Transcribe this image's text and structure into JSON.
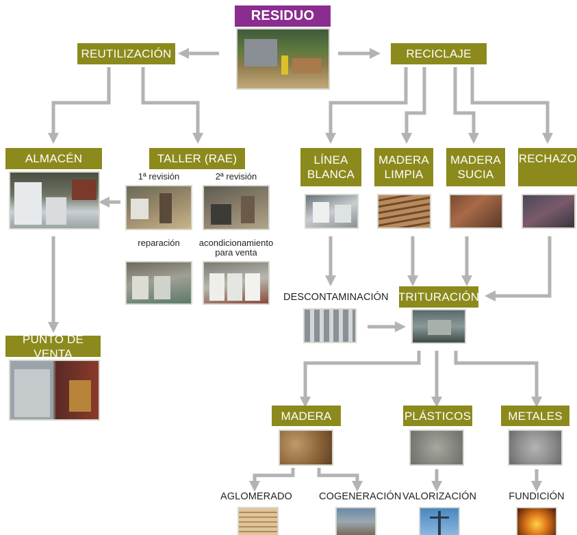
{
  "colors": {
    "olive": "#8c8a1c",
    "purple": "#8a2d8f",
    "arrow": "#b3b3b3"
  },
  "boxes": {
    "residuo": "RESIDUO",
    "reutilizacion": "REUTILIZACIÓN",
    "reciclaje": "RECICLAJE",
    "almacen": "ALMACÉN",
    "taller": "TALLER (RAE)",
    "linea_blanca": "LÍNEA\nBLANCA",
    "madera_limpia": "MADERA\nLIMPIA",
    "madera_sucia": "MADERA\nSUCIA",
    "rechazo": "RECHAZO",
    "trituracion": "TRITURACIÓN",
    "punto_venta": "PUNTO DE VENTA",
    "madera": "MADERA",
    "plasticos": "PLÁSTICOS",
    "metales": "METALES"
  },
  "labels": {
    "primera_revision": "1ª revisión",
    "segunda_revision": "2ª revisión",
    "reparacion": "reparación",
    "acondicionamiento": "acondicionamiento\npara venta",
    "descontaminacion": "DESCONTAMINACIÓN",
    "aglomerado": "AGLOMERADO",
    "cogeneracion": "COGENERACIÓN",
    "valorizacion": "VALORIZACIÓN",
    "fundicion": "FUNDICIÓN"
  },
  "photos": [
    {
      "id": "residuo",
      "subject": "waste-collection-truck"
    },
    {
      "id": "almacen",
      "subject": "appliance-warehouse"
    },
    {
      "id": "revision1",
      "subject": "workshop-first-review"
    },
    {
      "id": "revision2",
      "subject": "workshop-second-review"
    },
    {
      "id": "reparacion",
      "subject": "repair-workshop"
    },
    {
      "id": "acondicionamiento",
      "subject": "appliances-ready-for-sale"
    },
    {
      "id": "punto_venta",
      "subject": "second-hand-shop"
    },
    {
      "id": "linea_blanca",
      "subject": "white-goods"
    },
    {
      "id": "madera_limpia",
      "subject": "clean-wood-pallets"
    },
    {
      "id": "madera_sucia",
      "subject": "dirty-wood"
    },
    {
      "id": "rechazo",
      "subject": "rejected-waste"
    },
    {
      "id": "descontaminacion",
      "subject": "decontamination-plant"
    },
    {
      "id": "trituracion",
      "subject": "shredding-plant"
    },
    {
      "id": "madera",
      "subject": "wood-chips"
    },
    {
      "id": "plasticos",
      "subject": "shredded-plastic"
    },
    {
      "id": "metales",
      "subject": "shredded-metal"
    },
    {
      "id": "aglomerado",
      "subject": "chipboard-panels"
    },
    {
      "id": "cogeneracion",
      "subject": "cogeneration-plant"
    },
    {
      "id": "valorizacion",
      "subject": "power-pylon"
    },
    {
      "id": "fundicion",
      "subject": "molten-metal"
    }
  ]
}
